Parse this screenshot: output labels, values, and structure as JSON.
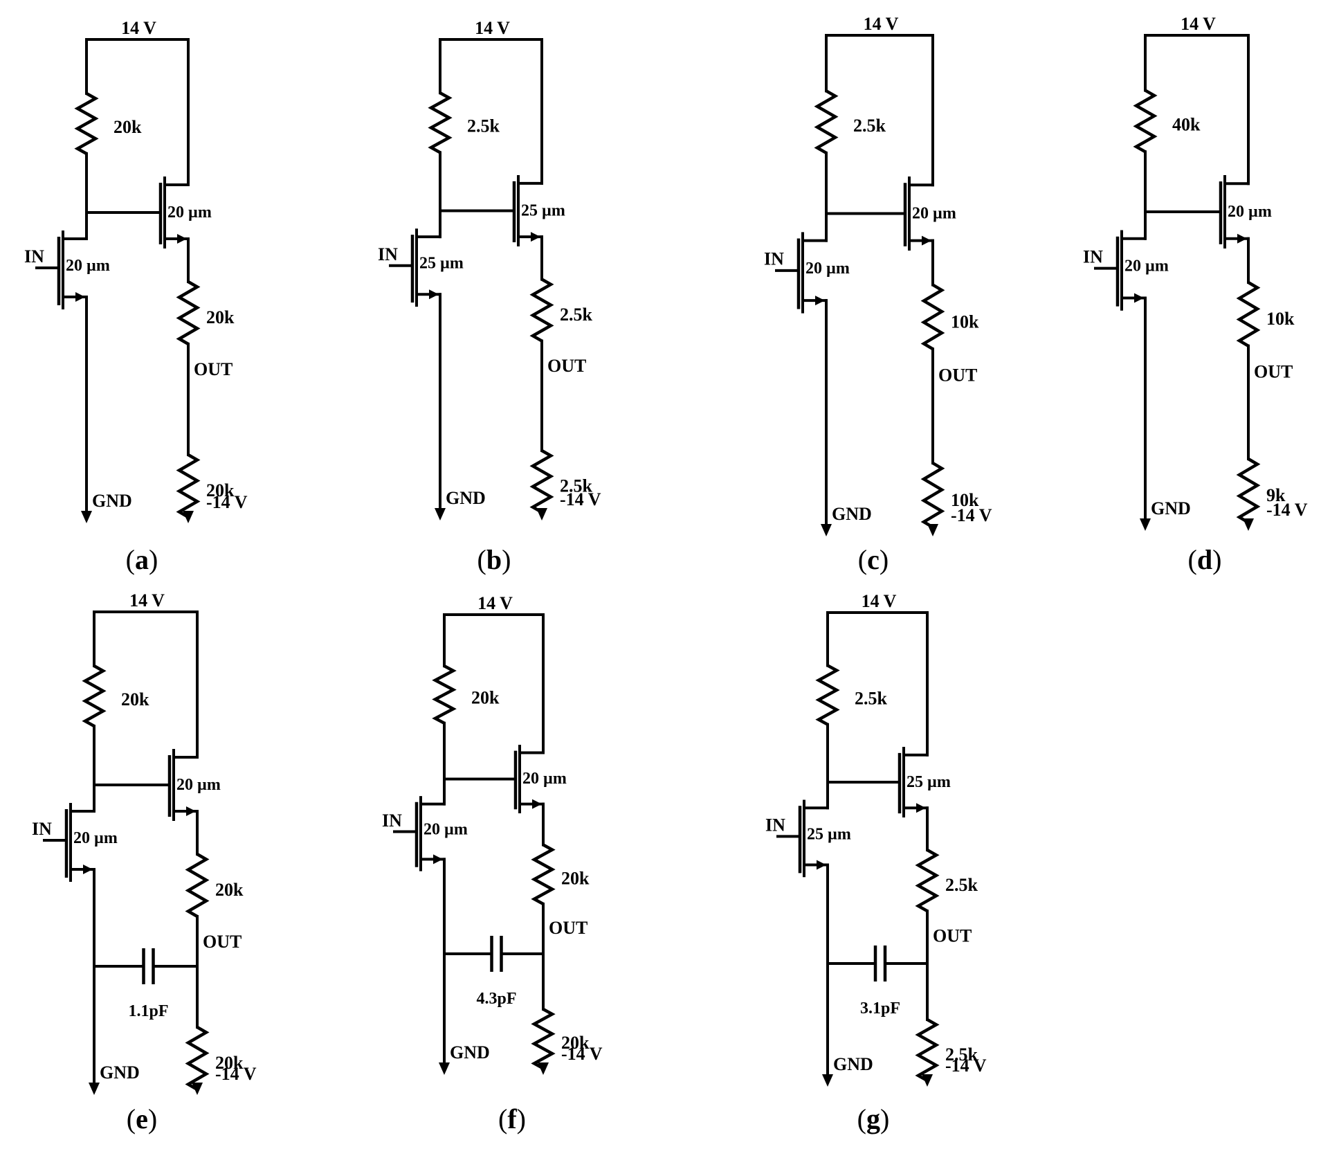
{
  "panels": [
    {
      "id": "a",
      "caption": "a",
      "supply_pos": "14 V",
      "supply_neg": "-14 V",
      "ground": "GND",
      "input": "IN",
      "output": "OUT",
      "r_drain": "20k",
      "q1_width": "20 µm",
      "q2_width": "20 µm",
      "r_top": "20k",
      "r_bottom": "20k",
      "capacitor": null
    },
    {
      "id": "b",
      "caption": "b",
      "supply_pos": "14 V",
      "supply_neg": "-14 V",
      "ground": "GND",
      "input": "IN",
      "output": "OUT",
      "r_drain": "2.5k",
      "q1_width": "25 µm",
      "q2_width": "25 µm",
      "r_top": "2.5k",
      "r_bottom": "2.5k",
      "capacitor": null
    },
    {
      "id": "c",
      "caption": "c",
      "supply_pos": "14 V",
      "supply_neg": "-14 V",
      "ground": "GND",
      "input": "IN",
      "output": "OUT",
      "r_drain": "2.5k",
      "q1_width": "20 µm",
      "q2_width": "20 µm",
      "r_top": "10k",
      "r_bottom": "10k",
      "capacitor": null
    },
    {
      "id": "d",
      "caption": "d",
      "supply_pos": "14 V",
      "supply_neg": "-14 V",
      "ground": "GND",
      "input": "IN",
      "output": "OUT",
      "r_drain": "40k",
      "q1_width": "20 µm",
      "q2_width": "20 µm",
      "r_top": "10k",
      "r_bottom": "9k",
      "capacitor": null
    },
    {
      "id": "e",
      "caption": "e",
      "supply_pos": "14 V",
      "supply_neg": "-14 V",
      "ground": "GND",
      "input": "IN",
      "output": "OUT",
      "r_drain": "20k",
      "q1_width": "20 µm",
      "q2_width": "20 µm",
      "r_top": "20k",
      "r_bottom": "20k",
      "capacitor": "1.1pF"
    },
    {
      "id": "f",
      "caption": "f",
      "supply_pos": "14 V",
      "supply_neg": "-14 V",
      "ground": "GND",
      "input": "IN",
      "output": "OUT",
      "r_drain": "20k",
      "q1_width": "20 µm",
      "q2_width": "20 µm",
      "r_top": "20k",
      "r_bottom": "20k",
      "capacitor": "4.3pF"
    },
    {
      "id": "g",
      "caption": "g",
      "supply_pos": "14 V",
      "supply_neg": "-14 V",
      "ground": "GND",
      "input": "IN",
      "output": "OUT",
      "r_drain": "2.5k",
      "q1_width": "25 µm",
      "q2_width": "25 µm",
      "r_top": "2.5k",
      "r_bottom": "2.5k",
      "capacitor": "3.1pF"
    }
  ]
}
